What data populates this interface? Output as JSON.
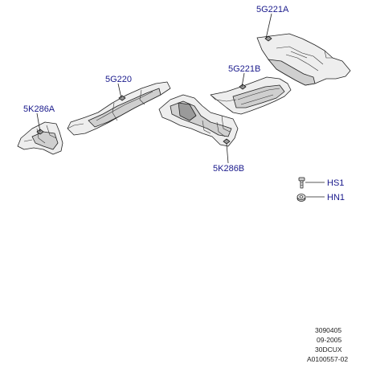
{
  "colors": {
    "callout_text": "#1a1a8c",
    "part_fill": "#eeeeee",
    "part_shade": "#cfcfcf",
    "part_dark": "#9a9a9a",
    "line": "#222222"
  },
  "callouts": {
    "rear_shield": "5G221A",
    "mid_shield": "5G221B",
    "tunnel_shield": "5G220",
    "front_left_shield": "5K286A",
    "front_right_shield": "5K286B",
    "screw": "HS1",
    "nut": "HN1"
  },
  "footer": {
    "line1": "3090405",
    "line2": "09-2005",
    "line3": "30DCUX",
    "line4": "A0100557-02"
  }
}
